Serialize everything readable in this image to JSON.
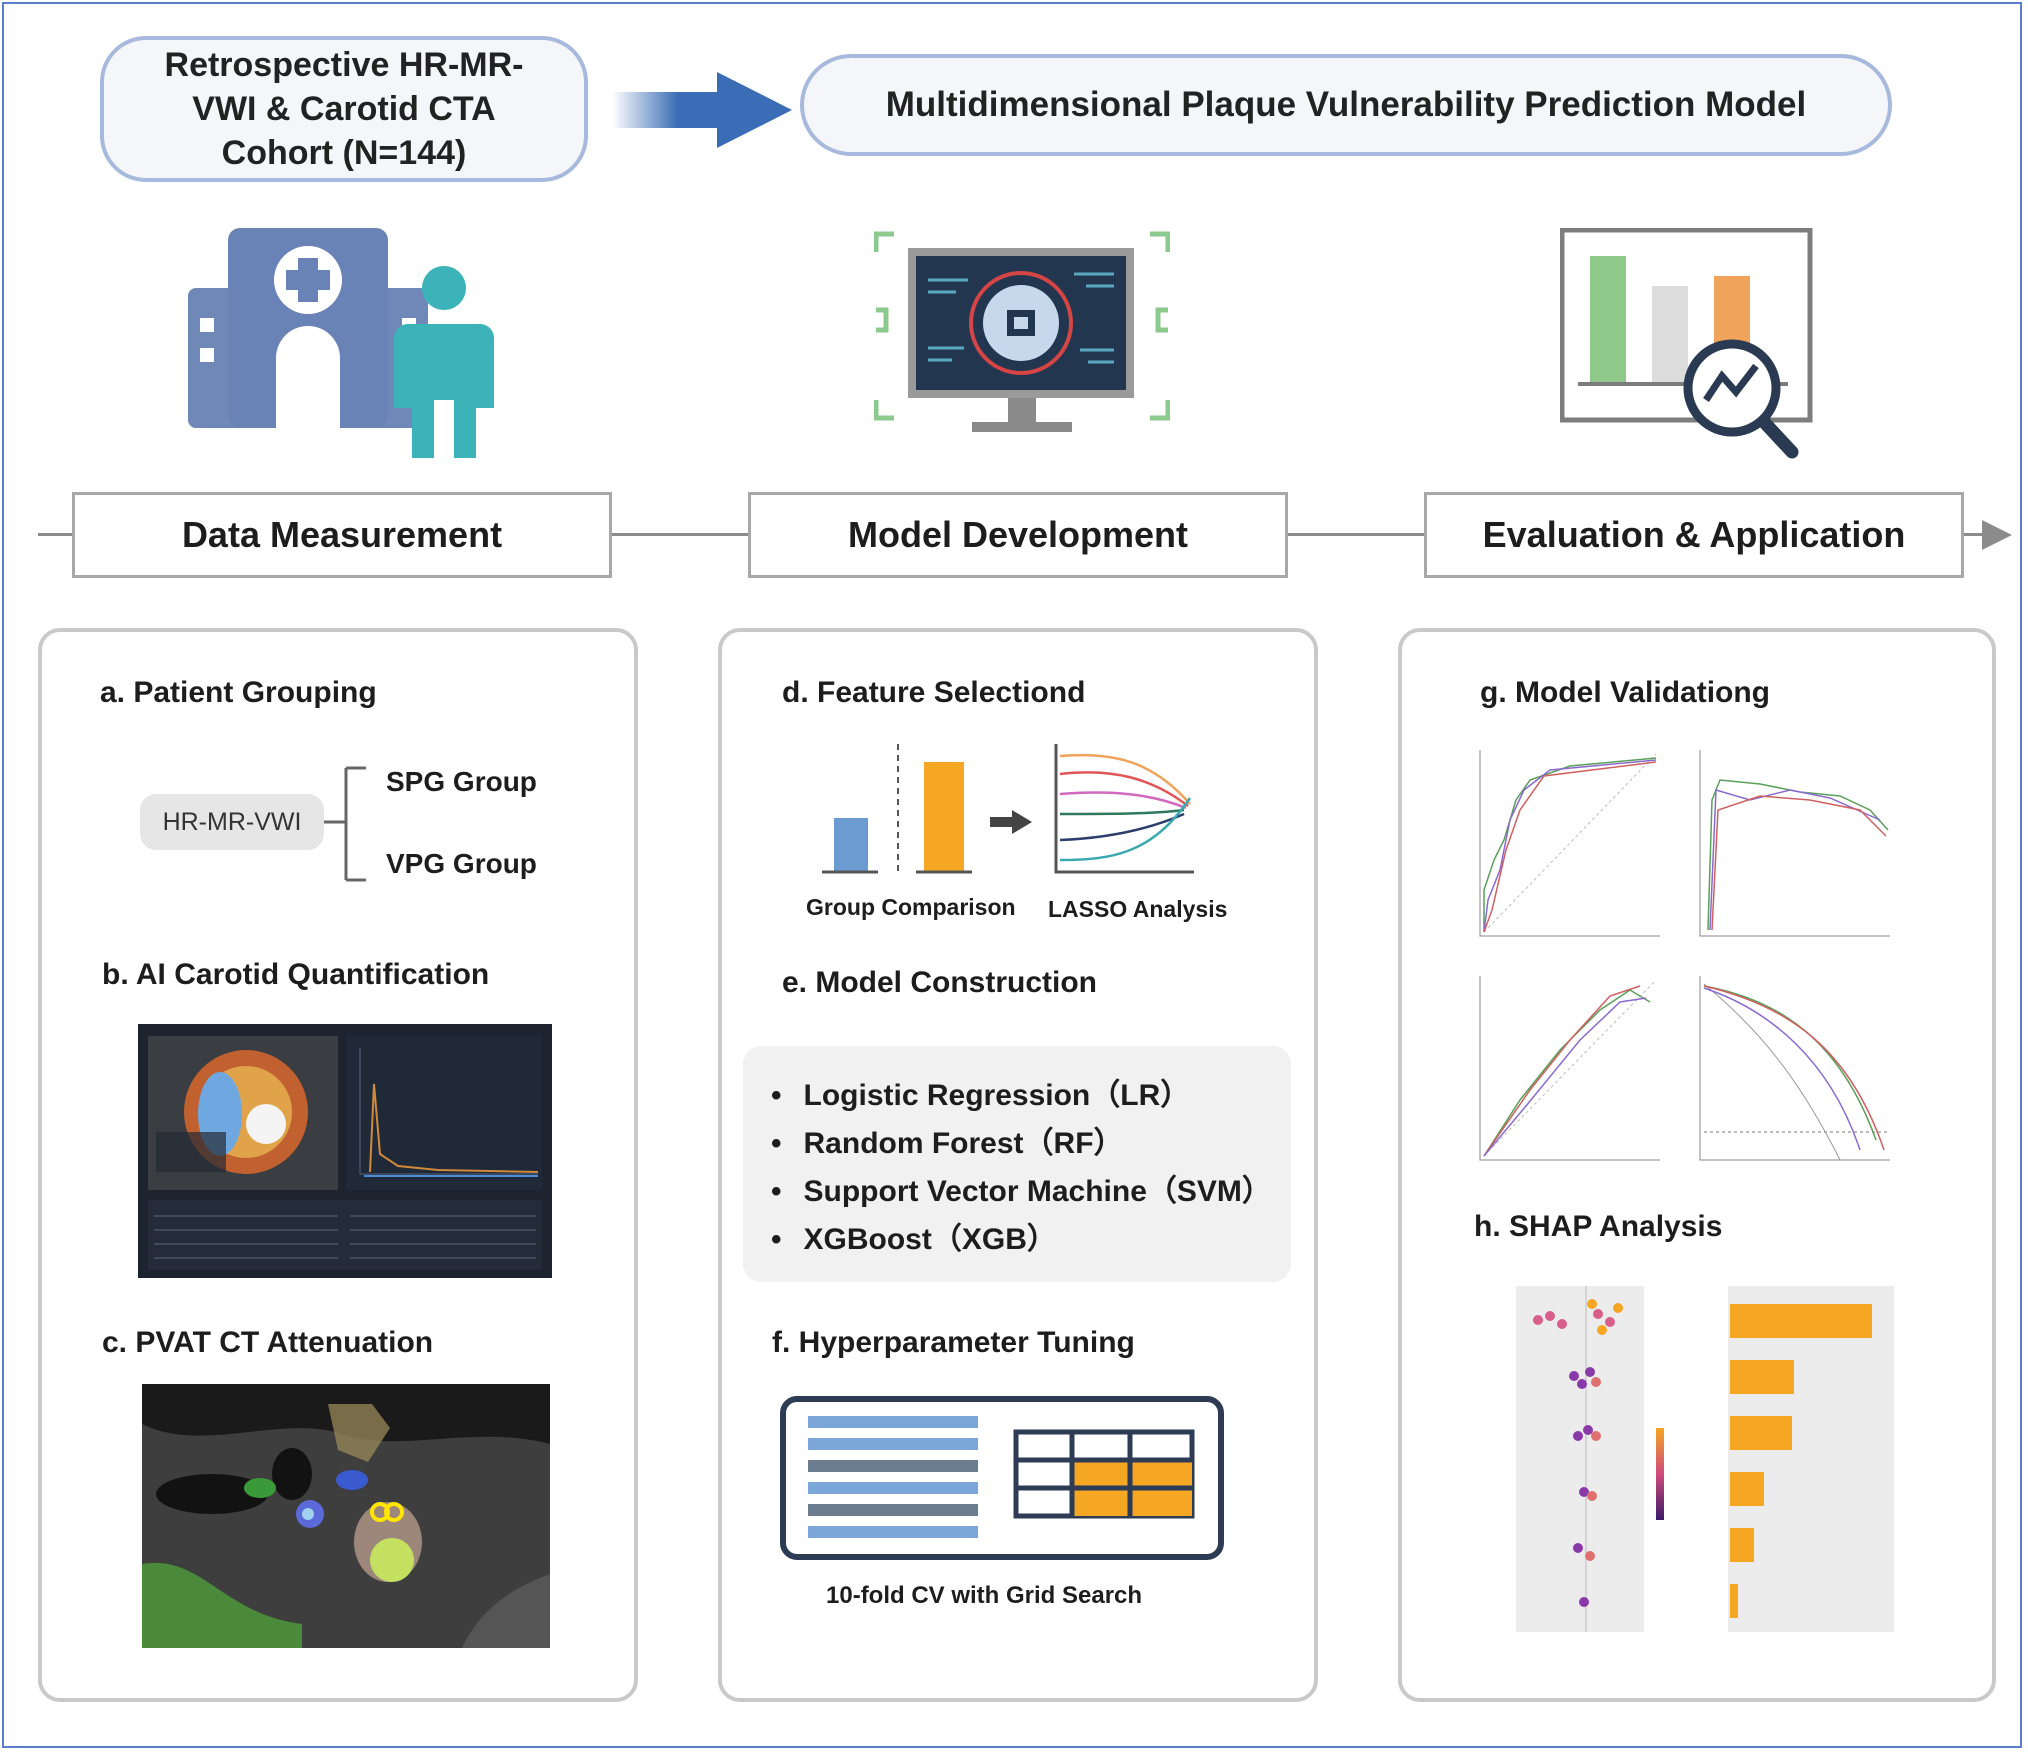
{
  "header": {
    "cohort": "Retrospective HR-MR-VWI & Carotid CTA Cohort (N=144)",
    "model_title": "Multidimensional Plaque Vulnerability Prediction Model"
  },
  "stages": [
    "Data Measurement",
    "Model Development",
    "Evaluation & Application"
  ],
  "panel1": {
    "a_title": "a. Patient Grouping",
    "root": "HR-MR-VWI",
    "group_1": "SPG Group",
    "group_2": "VPG Group",
    "b_title": "b.  AI Carotid Quantification",
    "c_title": "c.  PVAT CT Attenuation"
  },
  "panel2": {
    "d_title": "d. Feature Selectiond",
    "group_comparison": "Group Comparison",
    "lasso": "LASSO Analysis",
    "e_title": "e. Model Construction",
    "methods": [
      "Logistic Regression（LR）",
      "Random Forest（RF）",
      "Support Vector Machine（SVM）",
      "XGBoost（XGB）"
    ],
    "f_title": "f. Hyperparameter Tuning",
    "cv": "10-fold CV with Grid Search"
  },
  "panel3": {
    "g_title": "g. Model Validationg",
    "h_title": "h. SHAP Analysis"
  },
  "icons": [
    "hospital-icon",
    "patient-icon",
    "monitor-brain-icon",
    "bar-chart-magnifier-icon"
  ],
  "colors": {
    "accent_blue": "#3a6db5",
    "frame": "#5b7fc8",
    "orange": "#f5a623",
    "bar_blue": "#6b9bd1",
    "green": "#8ec88a"
  }
}
